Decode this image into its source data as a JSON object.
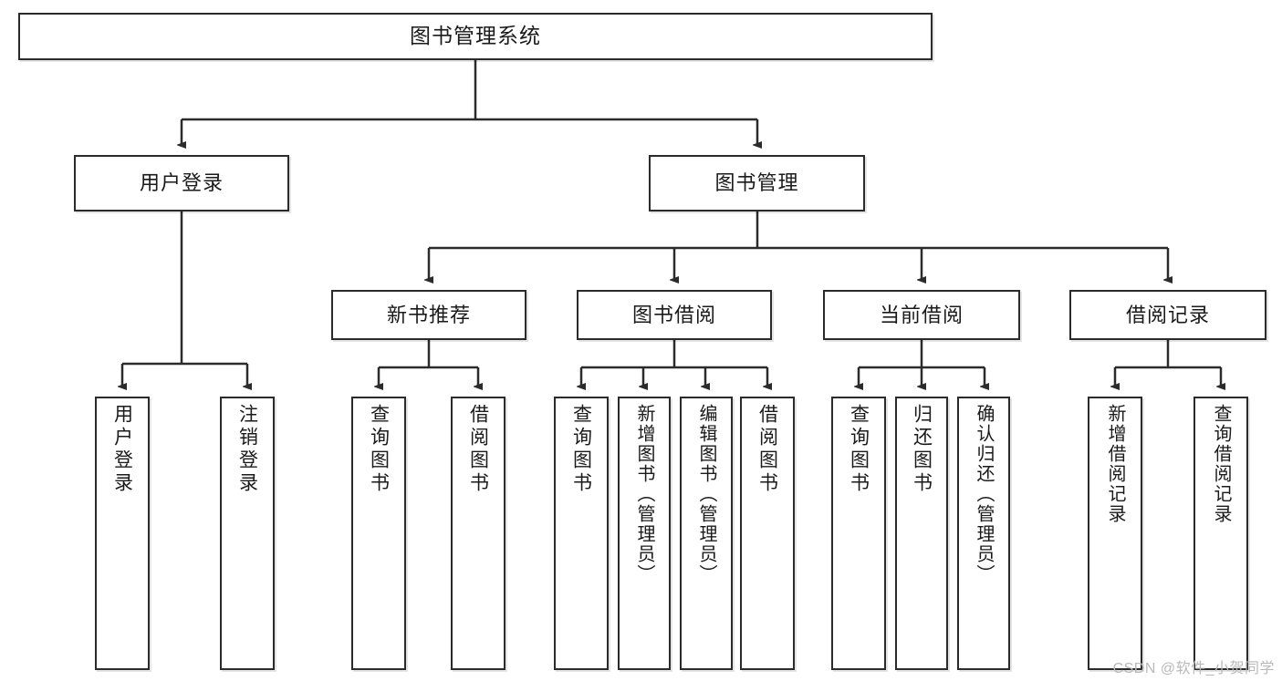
{
  "diagram": {
    "title": "图书管理系统",
    "type": "tree-hierarchy-diagram",
    "watermark": "CSDN @软件_小贺同学",
    "colors": {
      "box_border": "#2b2b2b",
      "box_fill": "#ffffff",
      "edge": "#2b2b2b",
      "text": "#1a1a1a",
      "watermark": "#b9b9b9",
      "background": "#ffffff"
    },
    "nodes": {
      "root": {
        "label": "图书管理系统"
      },
      "level2": [
        {
          "id": "user-login",
          "label": "用户登录"
        },
        {
          "id": "book-manage",
          "label": "图书管理"
        }
      ],
      "level3": [
        {
          "id": "new-book-rec",
          "label": "新书推荐"
        },
        {
          "id": "book-borrow",
          "label": "图书借阅"
        },
        {
          "id": "current-borrow",
          "label": "当前借阅"
        },
        {
          "id": "borrow-record",
          "label": "借阅记录"
        }
      ],
      "leaves": {
        "user-login": [
          {
            "id": "leaf-user-login",
            "label": "用户登录"
          },
          {
            "id": "leaf-logout",
            "label": "注销登录"
          }
        ],
        "new-book-rec": [
          {
            "id": "leaf-query-book-1",
            "label": "查询图书"
          },
          {
            "id": "leaf-borrow-book-1",
            "label": "借阅图书"
          }
        ],
        "book-borrow": [
          {
            "id": "leaf-query-book-2",
            "label": "查询图书"
          },
          {
            "id": "leaf-add-book",
            "label": "新增图书（管理员）"
          },
          {
            "id": "leaf-edit-book",
            "label": "编辑图书（管理员）"
          },
          {
            "id": "leaf-borrow-book-2",
            "label": "借阅图书"
          }
        ],
        "current-borrow": [
          {
            "id": "leaf-query-book-3",
            "label": "查询图书"
          },
          {
            "id": "leaf-return-book",
            "label": "归还图书"
          },
          {
            "id": "leaf-confirm-return",
            "label": "确认归还（管理员）"
          }
        ],
        "borrow-record": [
          {
            "id": "leaf-add-record",
            "label": "新增借阅记录"
          },
          {
            "id": "leaf-query-record",
            "label": "查询借阅记录"
          }
        ]
      }
    }
  }
}
